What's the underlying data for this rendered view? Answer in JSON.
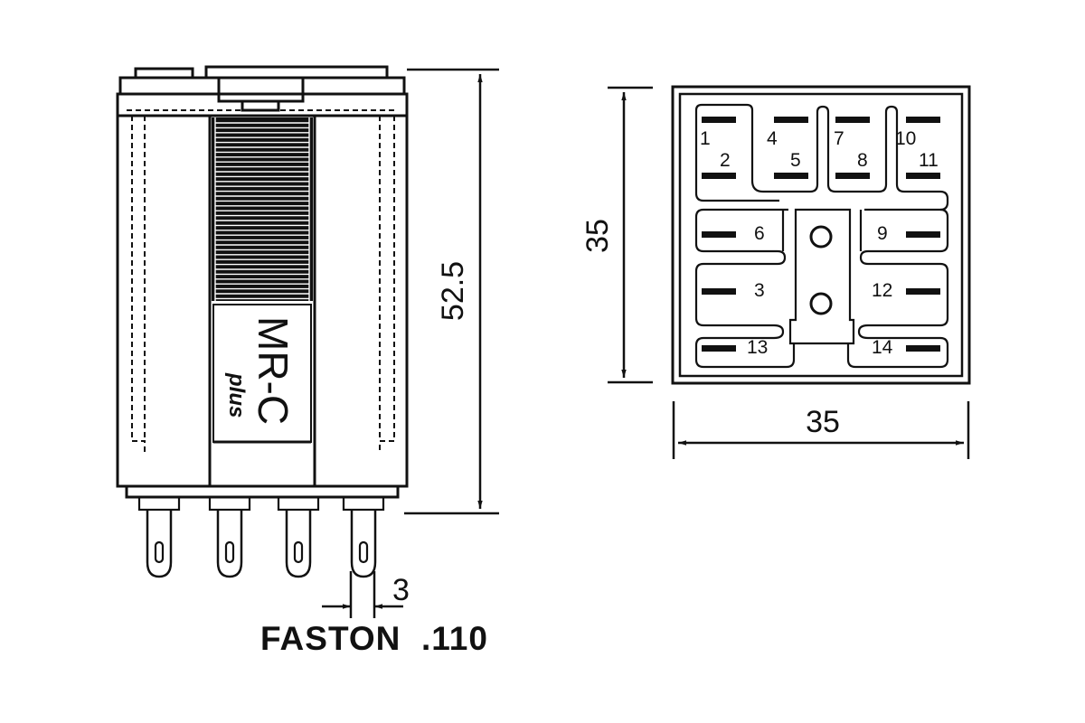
{
  "side_view": {
    "brand": "MR-C",
    "brand_sub": "plus",
    "height_dim": "52.5",
    "pin_pitch_dim": "3"
  },
  "top_view": {
    "height_dim": "35",
    "width_dim": "35",
    "pins": [
      "1",
      "2",
      "4",
      "5",
      "7",
      "8",
      "10",
      "11",
      "6",
      "9",
      "3",
      "12",
      "13",
      "14"
    ]
  },
  "caption": "FASTON  .110"
}
